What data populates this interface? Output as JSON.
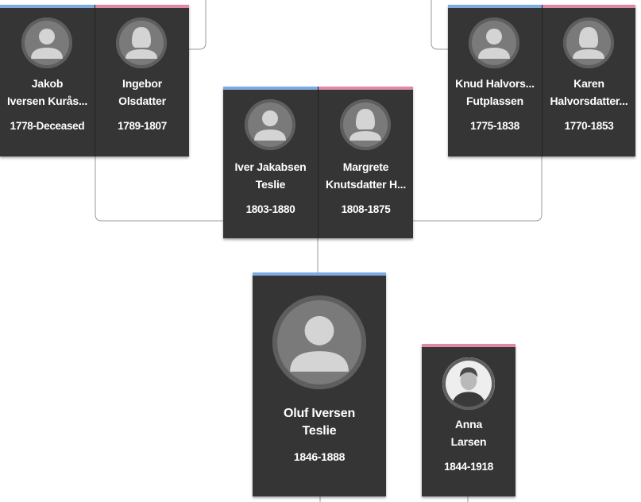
{
  "people": {
    "jakob": {
      "line1": "Jakob",
      "line2": "Iversen Kurås...",
      "years": "1778-Deceased"
    },
    "ingebor": {
      "line1": "Ingebor",
      "line2": "Olsdatter",
      "years": "1789-1807"
    },
    "knud": {
      "line1": "Knud Halvors...",
      "line2": "Futplassen",
      "years": "1775-1838"
    },
    "karen": {
      "line1": "Karen",
      "line2": "Halvorsdatter...",
      "years": "1770-1853"
    },
    "iver": {
      "line1": "Iver Jakabsen",
      "line2": "Teslie",
      "years": "1803-1880"
    },
    "margrete": {
      "line1": "Margrete",
      "line2": "Knutsdatter H...",
      "years": "1808-1875"
    },
    "oluf": {
      "line1": "Oluf Iversen",
      "line2": "Teslie",
      "years": "1846-1888"
    },
    "anna": {
      "line1": "Anna",
      "line2": "Larsen",
      "years": "1844-1918"
    }
  },
  "icons": {
    "male": "male-silhouette-icon",
    "female": "female-silhouette-icon",
    "photo": "portrait-photo"
  },
  "colors": {
    "card_bg": "#353535",
    "male_accent": "#7eabdf",
    "female_accent": "#e088a8",
    "connector": "#9a9a9a"
  }
}
